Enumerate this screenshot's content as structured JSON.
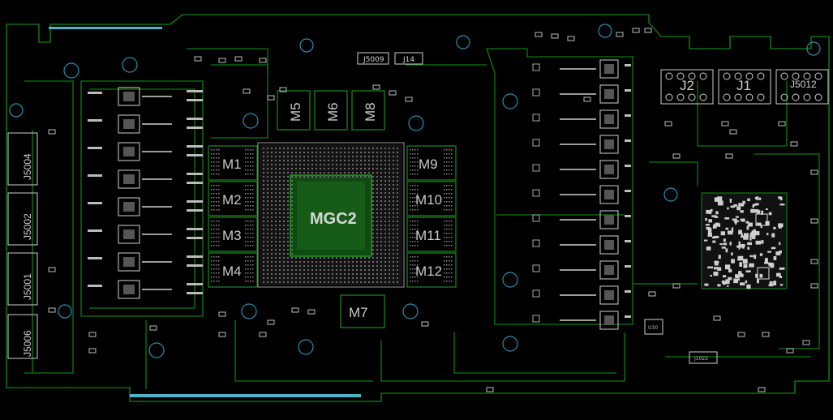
{
  "board": {
    "gpu_label": "MGC2",
    "memory_labels": [
      "M1",
      "M2",
      "M3",
      "M4",
      "M5",
      "M6",
      "M8",
      "M7",
      "M9",
      "M10",
      "M11",
      "M12"
    ],
    "connector_labels": [
      "J5004",
      "J5002",
      "J5001",
      "J5006"
    ],
    "header_labels": [
      "J2",
      "J1",
      "J5012"
    ],
    "top_labels": [
      "J5009",
      "J14"
    ],
    "misc_labels": [
      "U30",
      "J1022"
    ]
  },
  "colors": {
    "background": "#000000",
    "board_outline": "#0f6e12",
    "silkscreen": "#d8d8d8",
    "edge_connector": "#4fb3c8"
  }
}
